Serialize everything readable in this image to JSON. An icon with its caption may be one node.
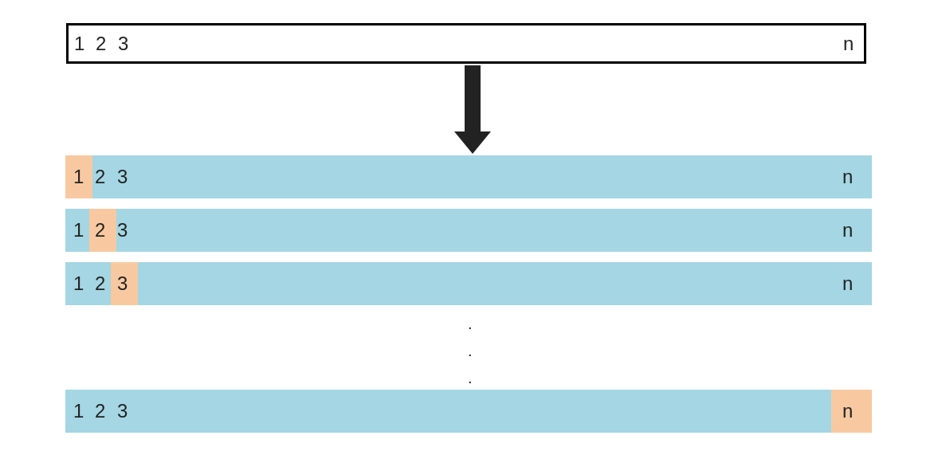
{
  "diagram": {
    "nodes": [
      {
        "text": [
          "1",
          "2",
          "3",
          "n"
        ]
      },
      {
        "text": [
          "2",
          "3",
          "n"
        ]
      },
      {
        "text": [
          "1"
        ],
        "in": 1
      },
      {
        "text": [
          "1",
          "3",
          "n"
        ]
      },
      {
        "text": [
          "2"
        ],
        "in": 3
      },
      {
        "text": [
          "1",
          "2",
          "n"
        ]
      },
      {
        "text": [
          "3"
        ],
        "in": 5
      },
      {
        "text": [
          "1",
          "2",
          "3"
        ]
      },
      {
        "text": [
          "n"
        ],
        "in": 7
      }
    ],
    "edges": [
      {
        "from": 0,
        "to": 1,
        "arrow": "to",
        "style": "thick"
      }
    ],
    "labels": [
      ".",
      ".",
      "."
    ]
  }
}
